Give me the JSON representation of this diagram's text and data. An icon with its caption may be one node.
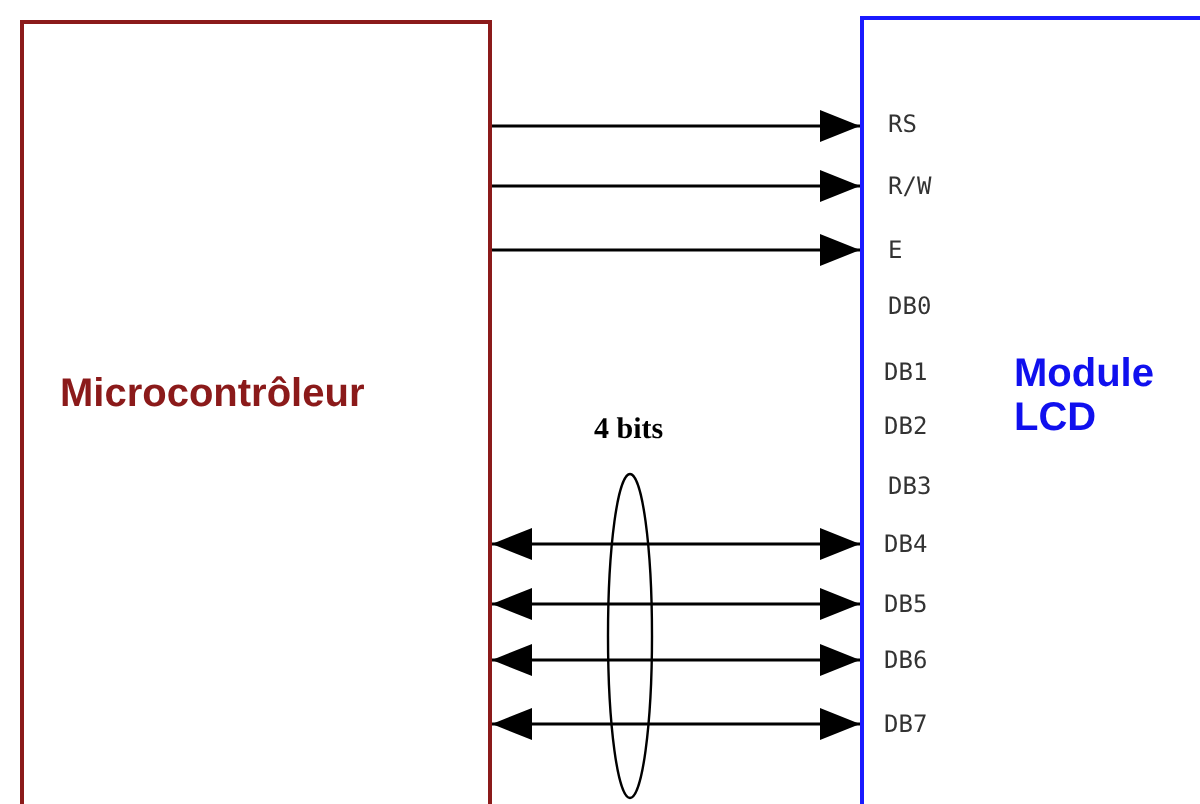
{
  "diagram": {
    "nodes": [
      {
        "text": [
          "Microcontrôleur"
        ]
      },
      {
        "text": [
          "Module LCD"
        ]
      }
    ],
    "edges": [
      {
        "from": 0,
        "to": 1,
        "arrow": "to"
      },
      {
        "from": 0,
        "to": 1,
        "arrow": "to"
      },
      {
        "from": 0,
        "to": 1,
        "arrow": "to"
      },
      {
        "from": 0,
        "to": 1,
        "arrow": "both"
      },
      {
        "from": 0,
        "to": 1,
        "arrow": "both"
      },
      {
        "from": 0,
        "to": 1,
        "arrow": "both"
      },
      {
        "from": 0,
        "to": 1,
        "arrow": "both"
      }
    ],
    "labels": [
      "RS",
      "R/W",
      "E",
      "DB0",
      "DB1",
      "DB2",
      "DB3",
      "4 bits",
      "DB4",
      "DB5",
      "DB6",
      "DB7"
    ]
  }
}
